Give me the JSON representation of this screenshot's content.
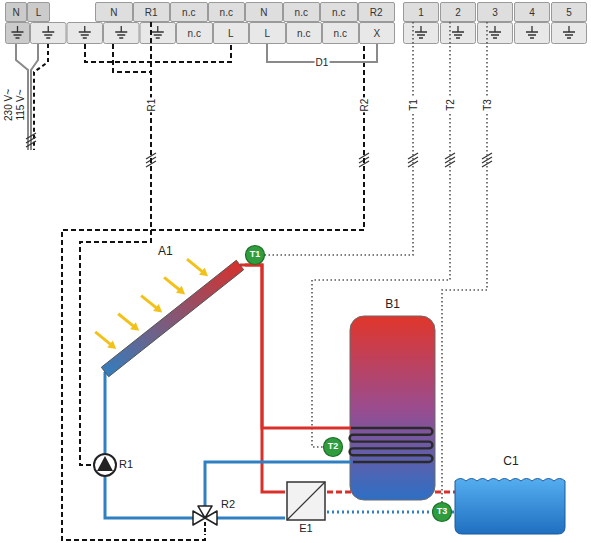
{
  "diagram": {
    "nodes": [
      {
        "text": [
          "N"
        ]
      },
      {
        "text": [
          "L"
        ]
      },
      {
        "text": [
          "N"
        ]
      },
      {
        "text": [
          "R1"
        ]
      },
      {
        "text": [
          "n.c"
        ]
      },
      {
        "text": [
          "n.c"
        ]
      },
      {
        "text": [
          "N"
        ]
      },
      {
        "text": [
          "n.c"
        ]
      },
      {
        "text": [
          "n.c"
        ]
      },
      {
        "text": [
          "R2"
        ]
      },
      {
        "text": [
          "1"
        ]
      },
      {
        "text": [
          "2"
        ]
      },
      {
        "text": [
          "3"
        ]
      },
      {
        "text": [
          "4"
        ]
      },
      {
        "text": [
          "5"
        ]
      },
      {
        "text": [
          "n.c"
        ]
      },
      {
        "text": [
          "L"
        ]
      },
      {
        "text": [
          "L"
        ]
      },
      {
        "text": [
          "n.c"
        ]
      },
      {
        "text": [
          "n.c"
        ]
      },
      {
        "text": [
          "X"
        ]
      },
      {
        "text": [
          "A1"
        ]
      },
      {
        "text": [
          "T1"
        ]
      },
      {
        "text": [
          "B1"
        ]
      },
      {
        "text": [
          "T2"
        ]
      },
      {
        "text": [
          "R1"
        ]
      },
      {
        "text": [
          "R2"
        ]
      },
      {
        "text": [
          "E1"
        ]
      },
      {
        "text": [
          "C1"
        ]
      },
      {
        "text": [
          "T3"
        ]
      }
    ],
    "edges": [
      {
        "from": 3,
        "to": 25,
        "label": "R1",
        "arrow": "none"
      },
      {
        "from": 9,
        "to": 26,
        "label": "R2",
        "arrow": "none"
      },
      {
        "from": 17,
        "to": 20,
        "label": "D1",
        "arrow": "none"
      },
      {
        "from": 10,
        "to": 22,
        "label": "T1",
        "arrow": "none"
      },
      {
        "from": 11,
        "to": 24,
        "label": "T2",
        "arrow": "none"
      },
      {
        "from": 12,
        "to": 29,
        "label": "T3",
        "arrow": "none"
      },
      {
        "from": 21,
        "to": 23,
        "arrow": "none"
      },
      {
        "from": 21,
        "to": 27,
        "arrow": "none"
      },
      {
        "from": 23,
        "to": 26,
        "arrow": "none"
      },
      {
        "from": 27,
        "to": 26,
        "arrow": "none"
      },
      {
        "from": 26,
        "to": 25,
        "arrow": "none"
      },
      {
        "from": 25,
        "to": 21,
        "arrow": "none"
      },
      {
        "from": 27,
        "to": 28,
        "arrow": "none"
      },
      {
        "from": 27,
        "to": 28,
        "arrow": "none"
      }
    ],
    "labels": [
      "230 V~",
      "115 V~"
    ]
  }
}
